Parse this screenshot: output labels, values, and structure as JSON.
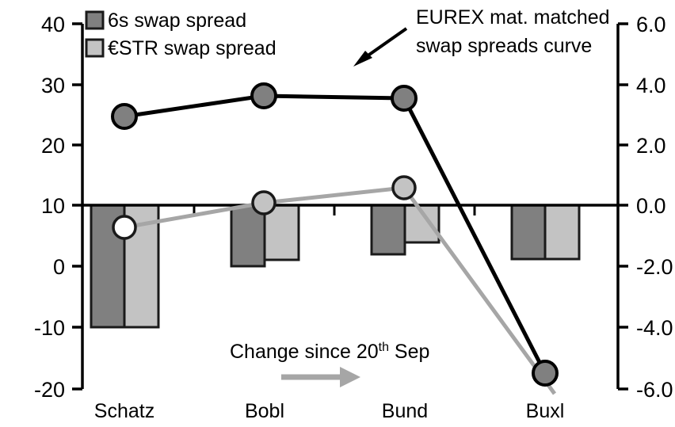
{
  "chart_data": {
    "type": "bar",
    "title": "",
    "subtitle": "",
    "categories": [
      "Schatz",
      "Bobl",
      "Bund",
      "Buxl"
    ],
    "xlabel": "",
    "ylabel": "",
    "grid": false,
    "axes": {
      "left": {
        "label": "",
        "ticks": [
          "40",
          "30",
          "20",
          "10",
          "0",
          "-10",
          "-20"
        ],
        "tick_values": [
          40,
          30,
          20,
          10,
          0,
          -10,
          -20
        ],
        "ylim": [
          -20,
          40
        ],
        "zero_reference_value": 10
      },
      "right": {
        "label": "",
        "ticks": [
          "6.0",
          "4.0",
          "2.0",
          "0.0",
          "-2.0",
          "-4.0",
          "-6.0"
        ],
        "tick_values": [
          6.0,
          4.0,
          2.0,
          0.0,
          -2.0,
          -4.0,
          -6.0
        ],
        "ylim": [
          -6.0,
          6.0
        ]
      }
    },
    "series": [
      {
        "name": "6s swap spread",
        "kind": "bar",
        "axis": "left",
        "color": "#808080",
        "values": [
          -10.2,
          -1.9,
          -1.3,
          -1.6
        ]
      },
      {
        "name": "€STR swap spread",
        "kind": "bar",
        "axis": "left",
        "color": "#c3c3c3",
        "values": [
          -10.2,
          -1.0,
          -0.6,
          -1.6
        ]
      },
      {
        "name": "EUREX mat. matched swap spreads curve",
        "kind": "line",
        "axis": "right",
        "color": "#000000",
        "marker_fill": "#808080",
        "values": [
          2.95,
          3.63,
          3.55,
          -5.48
        ]
      },
      {
        "name": "Change since 20th Sep",
        "kind": "line",
        "axis": "right",
        "color": "#a6a6a6",
        "marker_fill": "#c3c3c3",
        "values": [
          -0.85,
          0.08,
          0.45,
          -5.9
        ]
      }
    ],
    "legend": {
      "position": "top-left",
      "entries": [
        {
          "label": "6s swap spread",
          "swatch": "#808080"
        },
        {
          "label": "€STR swap spread",
          "swatch": "#c3c3c3"
        }
      ]
    },
    "annotations": [
      {
        "name": "curve-callout",
        "text_line_1": "EUREX mat. matched",
        "text_line_2": "swap spreads curve",
        "has_arrow": true,
        "arrow_color": "#000000"
      },
      {
        "name": "change-callout",
        "text_prefix": "Change since 20",
        "text_superscript": "th",
        "text_suffix": " Sep",
        "has_arrow": true,
        "arrow_color": "#a6a6a6"
      }
    ]
  }
}
